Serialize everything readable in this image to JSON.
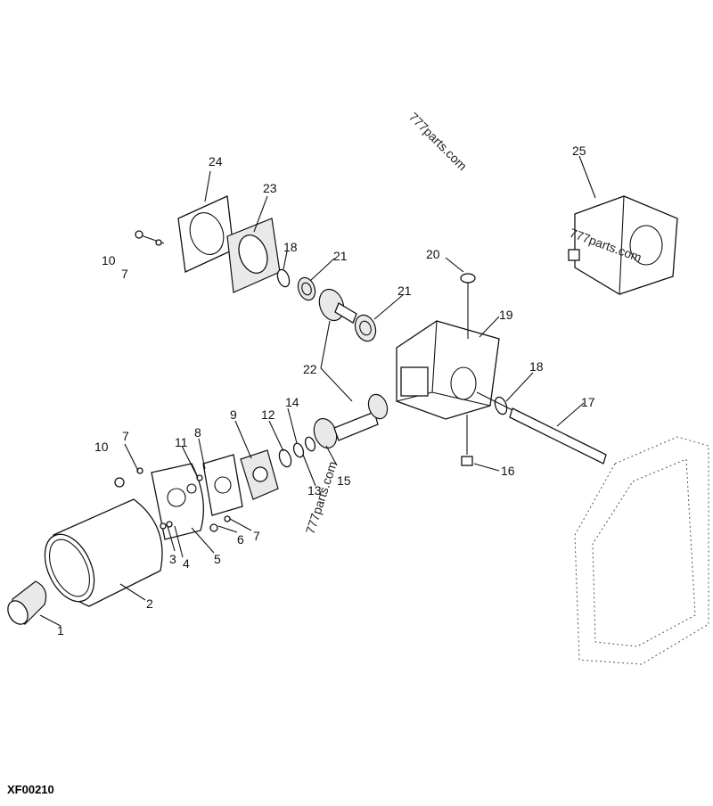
{
  "figure_id": "XF00210",
  "watermarks": [
    "777parts.com",
    "777parts.com",
    "777parts.com"
  ],
  "labels": [
    "1",
    "2",
    "3",
    "4",
    "5",
    "6",
    "7",
    "7",
    "7",
    "8",
    "9",
    "10",
    "10",
    "11",
    "12",
    "13",
    "14",
    "15",
    "16",
    "17",
    "18",
    "18",
    "19",
    "20",
    "21",
    "21",
    "22",
    "23",
    "24",
    "25"
  ]
}
